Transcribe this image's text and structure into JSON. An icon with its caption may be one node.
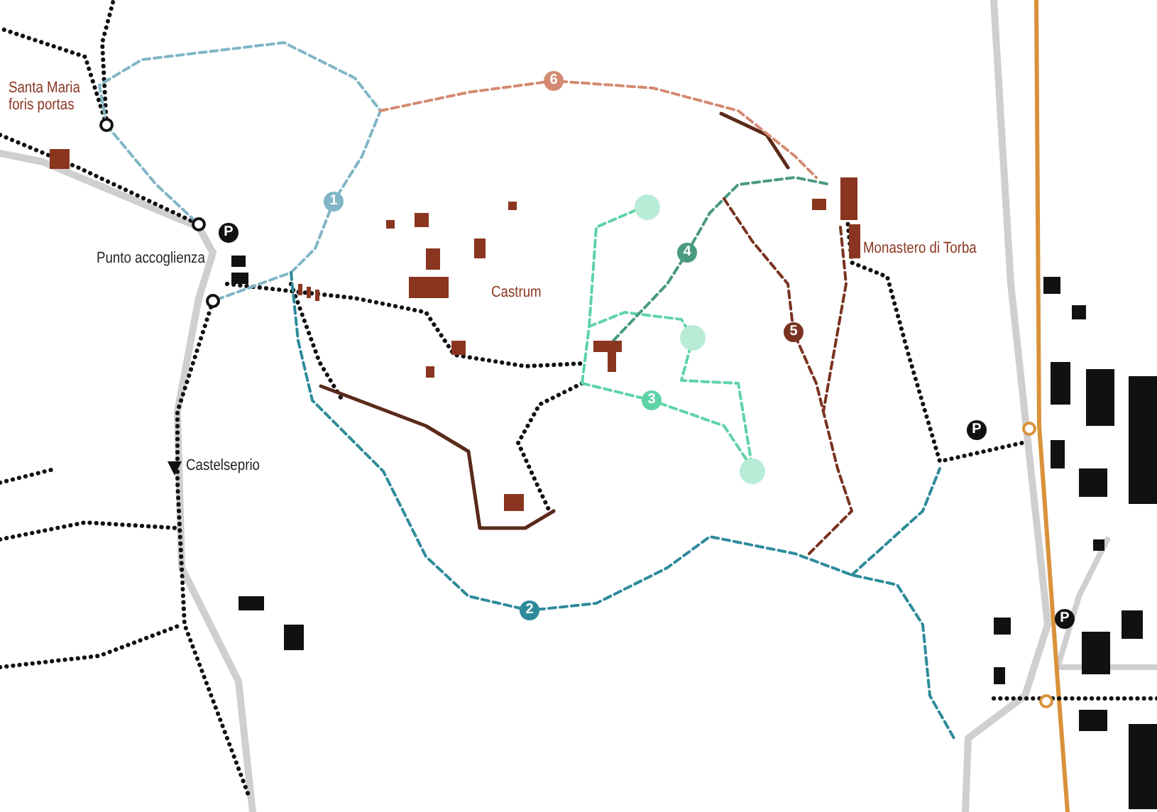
{
  "diagram": {
    "labels": [
      "6",
      "Santa Maria foris portas",
      "1",
      "P",
      "Punto accoglienza",
      "4",
      "Monastero di Torba",
      "Castrum",
      "5",
      "3",
      "P",
      "Castelseprio",
      "2",
      "P"
    ]
  }
}
